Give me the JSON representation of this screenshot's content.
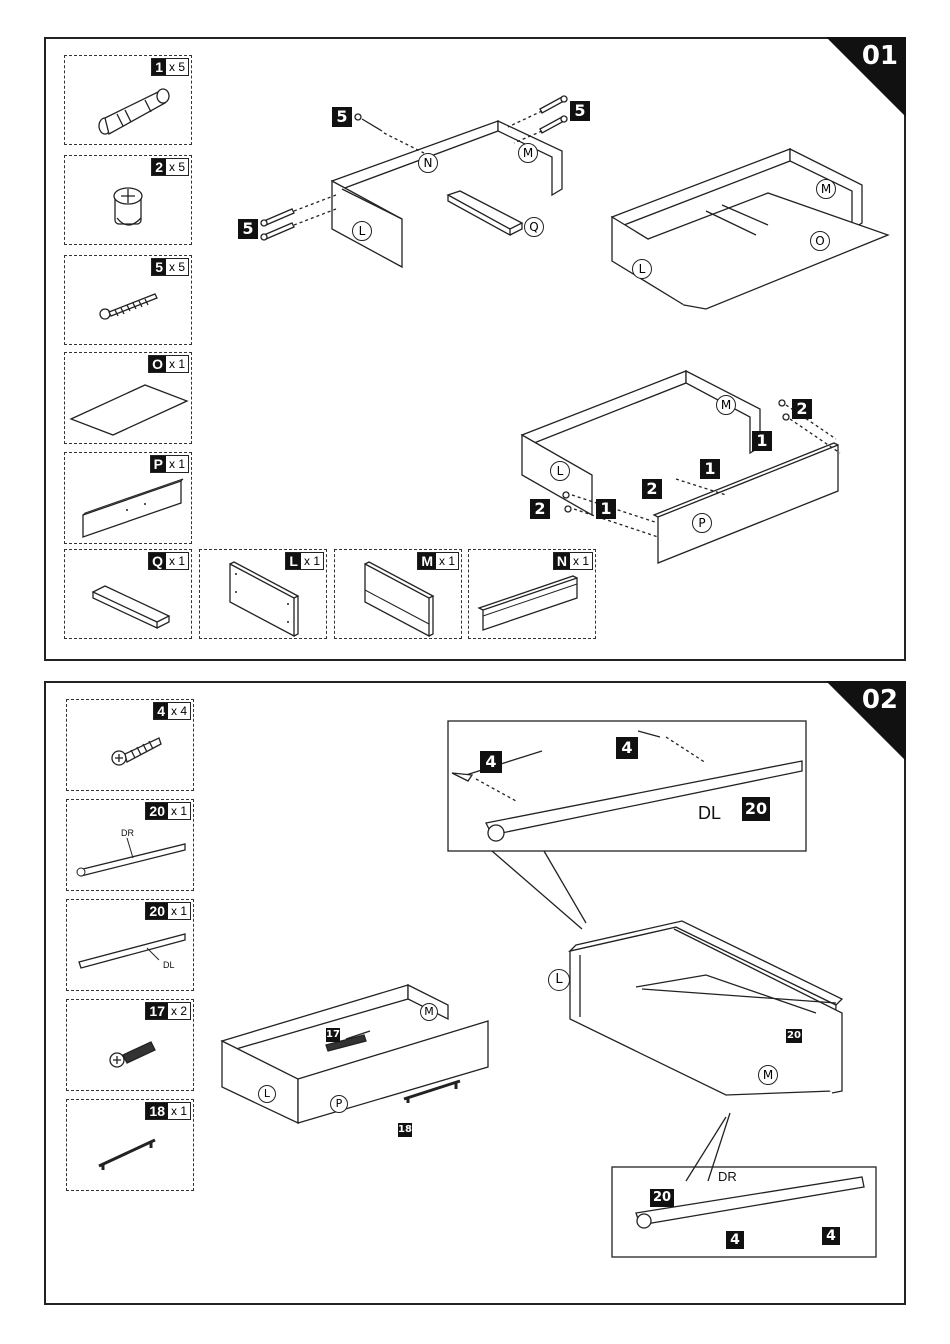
{
  "step1": {
    "number": "01",
    "parts": [
      {
        "code": "1",
        "qty": "x 5",
        "icon": "cam-bolt-icon"
      },
      {
        "code": "2",
        "qty": "x 5",
        "icon": "cam-lock-icon"
      },
      {
        "code": "5",
        "qty": "x 5",
        "icon": "screw-icon"
      },
      {
        "code": "O",
        "qty": "x 1",
        "icon": "bottom-panel-icon"
      },
      {
        "code": "P",
        "qty": "x 1",
        "icon": "front-panel-icon"
      },
      {
        "code": "Q",
        "qty": "x 1",
        "icon": "support-bar-icon"
      },
      {
        "code": "L",
        "qty": "x 1",
        "icon": "side-panel-left-icon"
      },
      {
        "code": "M",
        "qty": "x 1",
        "icon": "side-panel-right-icon"
      },
      {
        "code": "N",
        "qty": "x 1",
        "icon": "back-panel-icon"
      }
    ],
    "callouts": {
      "five": "5",
      "one": "1",
      "two": "2"
    },
    "circles": {
      "L": "L",
      "M": "M",
      "N": "N",
      "Q": "Q",
      "O": "O",
      "P": "P"
    }
  },
  "step2": {
    "number": "02",
    "parts": [
      {
        "code": "4",
        "qty": "x 4",
        "icon": "wood-screw-icon"
      },
      {
        "code": "20",
        "qty": "x 1",
        "icon": "drawer-slide-right-icon",
        "label": "DR"
      },
      {
        "code": "20",
        "qty": "x 1",
        "icon": "drawer-slide-left-icon",
        "label": "DL"
      },
      {
        "code": "17",
        "qty": "x 2",
        "icon": "machine-screw-icon"
      },
      {
        "code": "18",
        "qty": "x 1",
        "icon": "handle-icon"
      }
    ],
    "callouts": {
      "four": "4",
      "twenty": "20",
      "seventeen": "17",
      "eighteen": "18"
    },
    "slide_labels": {
      "left": "DL",
      "right": "DR"
    },
    "circles": {
      "L": "L",
      "M": "M",
      "P": "P"
    }
  }
}
